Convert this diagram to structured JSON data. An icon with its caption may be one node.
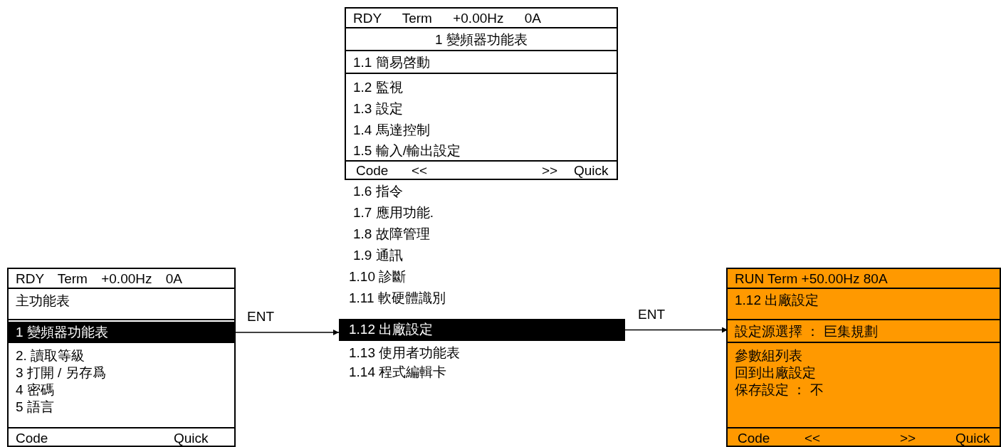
{
  "diagram": {
    "nodes": [
      {
        "text": [],
        "shape": "box"
      },
      {
        "text": [
          "RDY Term +0.00Hz 0A"
        ],
        "in": 0
      },
      {
        "text": [
          "主功能表"
        ],
        "in": 0
      },
      {
        "text": [
          "1 變頻器功能表"
        ],
        "in": 0
      },
      {
        "text": [
          "2. 讀取等級"
        ],
        "in": 0
      },
      {
        "text": [
          "3 打開 / 另存爲"
        ],
        "in": 0
      },
      {
        "text": [
          "4 密碼"
        ],
        "in": 0
      },
      {
        "text": [
          "5 語言"
        ],
        "in": 0
      },
      {
        "text": [
          "Code",
          "Quick"
        ],
        "in": 0
      },
      {
        "text": [],
        "shape": "box"
      },
      {
        "text": [
          "RDY Term +0.00Hz 0A"
        ],
        "in": 9
      },
      {
        "text": [
          "1 變頻器功能表"
        ],
        "in": 9
      },
      {
        "text": [
          "1.1 簡易啓動"
        ],
        "in": 9
      },
      {
        "text": [
          "1.2 監視"
        ],
        "in": 9
      },
      {
        "text": [
          "1.3 設定"
        ],
        "in": 9
      },
      {
        "text": [
          "1.4 馬達控制"
        ],
        "in": 9
      },
      {
        "text": [
          "1.5 輸入/輸出設定"
        ],
        "in": 9
      },
      {
        "text": [
          "Code",
          "<<",
          ">>",
          "Quick"
        ],
        "in": 9
      },
      {
        "text": [
          "1.12 出廠設定"
        ]
      },
      {
        "text": [],
        "shape": "box"
      },
      {
        "text": [
          "RUN Term +50.00Hz 80A"
        ],
        "in": 19
      },
      {
        "text": [
          "1.12 出廠設定"
        ],
        "in": 19
      },
      {
        "text": [
          "設定源選擇 ： 巨集規劃"
        ],
        "in": 19
      },
      {
        "text": [
          "參數組列表"
        ],
        "in": 19
      },
      {
        "text": [
          "回到出廠設定"
        ],
        "in": 19
      },
      {
        "text": [
          "保存設定 ： 不"
        ],
        "in": 19
      },
      {
        "text": [
          "Code",
          "<<",
          ">>",
          "Quick"
        ],
        "in": 19
      }
    ],
    "edges": [
      {
        "from": 3,
        "to": 18,
        "arrow": "to",
        "label": "ENT"
      },
      {
        "from": 18,
        "to": 22,
        "arrow": "to",
        "label": "ENT"
      }
    ],
    "labels": [
      "1.6 指令",
      "1.7 應用功能.",
      "1.8 故障管理",
      "1.9 通訊",
      "1.10 診斷",
      "1.11 軟硬體識別",
      "1.13 使用者功能表",
      "1.14 程式編輯卡"
    ]
  }
}
